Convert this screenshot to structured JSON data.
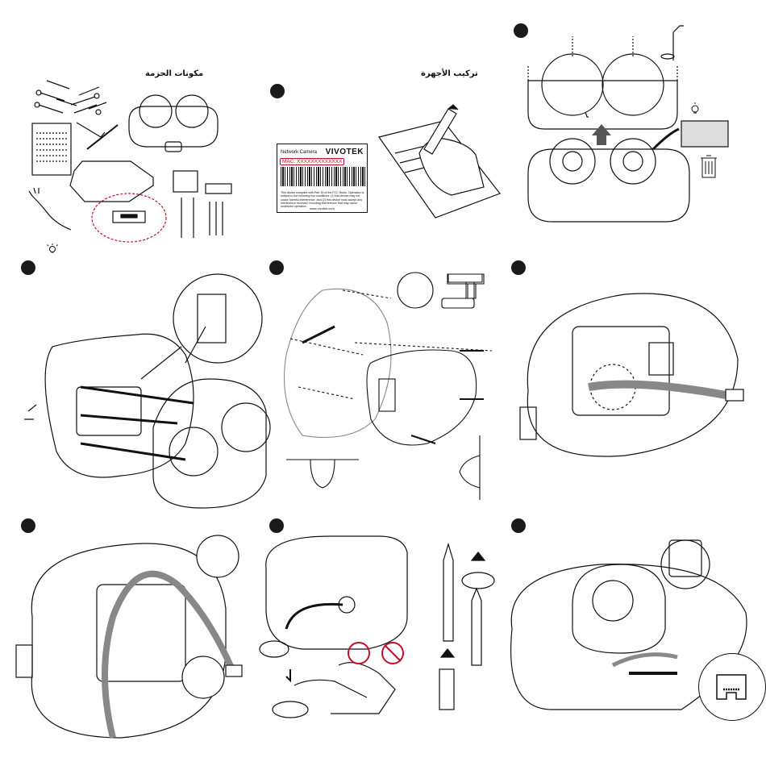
{
  "headers": {
    "package_contents": "مكونات الحزمة",
    "hardware_installation": "تركيب الأجهزة"
  },
  "label": {
    "product_type": "Network Camera",
    "brand": "VIVOTEK",
    "mac": "MAC: XXXXXXXXXXXXX",
    "compliance_text": "This device complies with Part 15 of the FCC Rules. Operation is subject to the following two conditions: (1) this device may not cause harmful interference, and (2) this device must accept any interference received, including interference that may cause undesired operation.",
    "url": "www.vivotek.com"
  },
  "icons": [
    "tip-lightbulb-icon",
    "trash-bin-icon",
    "drill-icon",
    "rj45-port-icon",
    "allowed-circle-icon",
    "prohibited-circle-icon"
  ],
  "colors": {
    "line": "#111111",
    "highlight": "#c0102a",
    "step_dot": "#1a1a1a"
  }
}
